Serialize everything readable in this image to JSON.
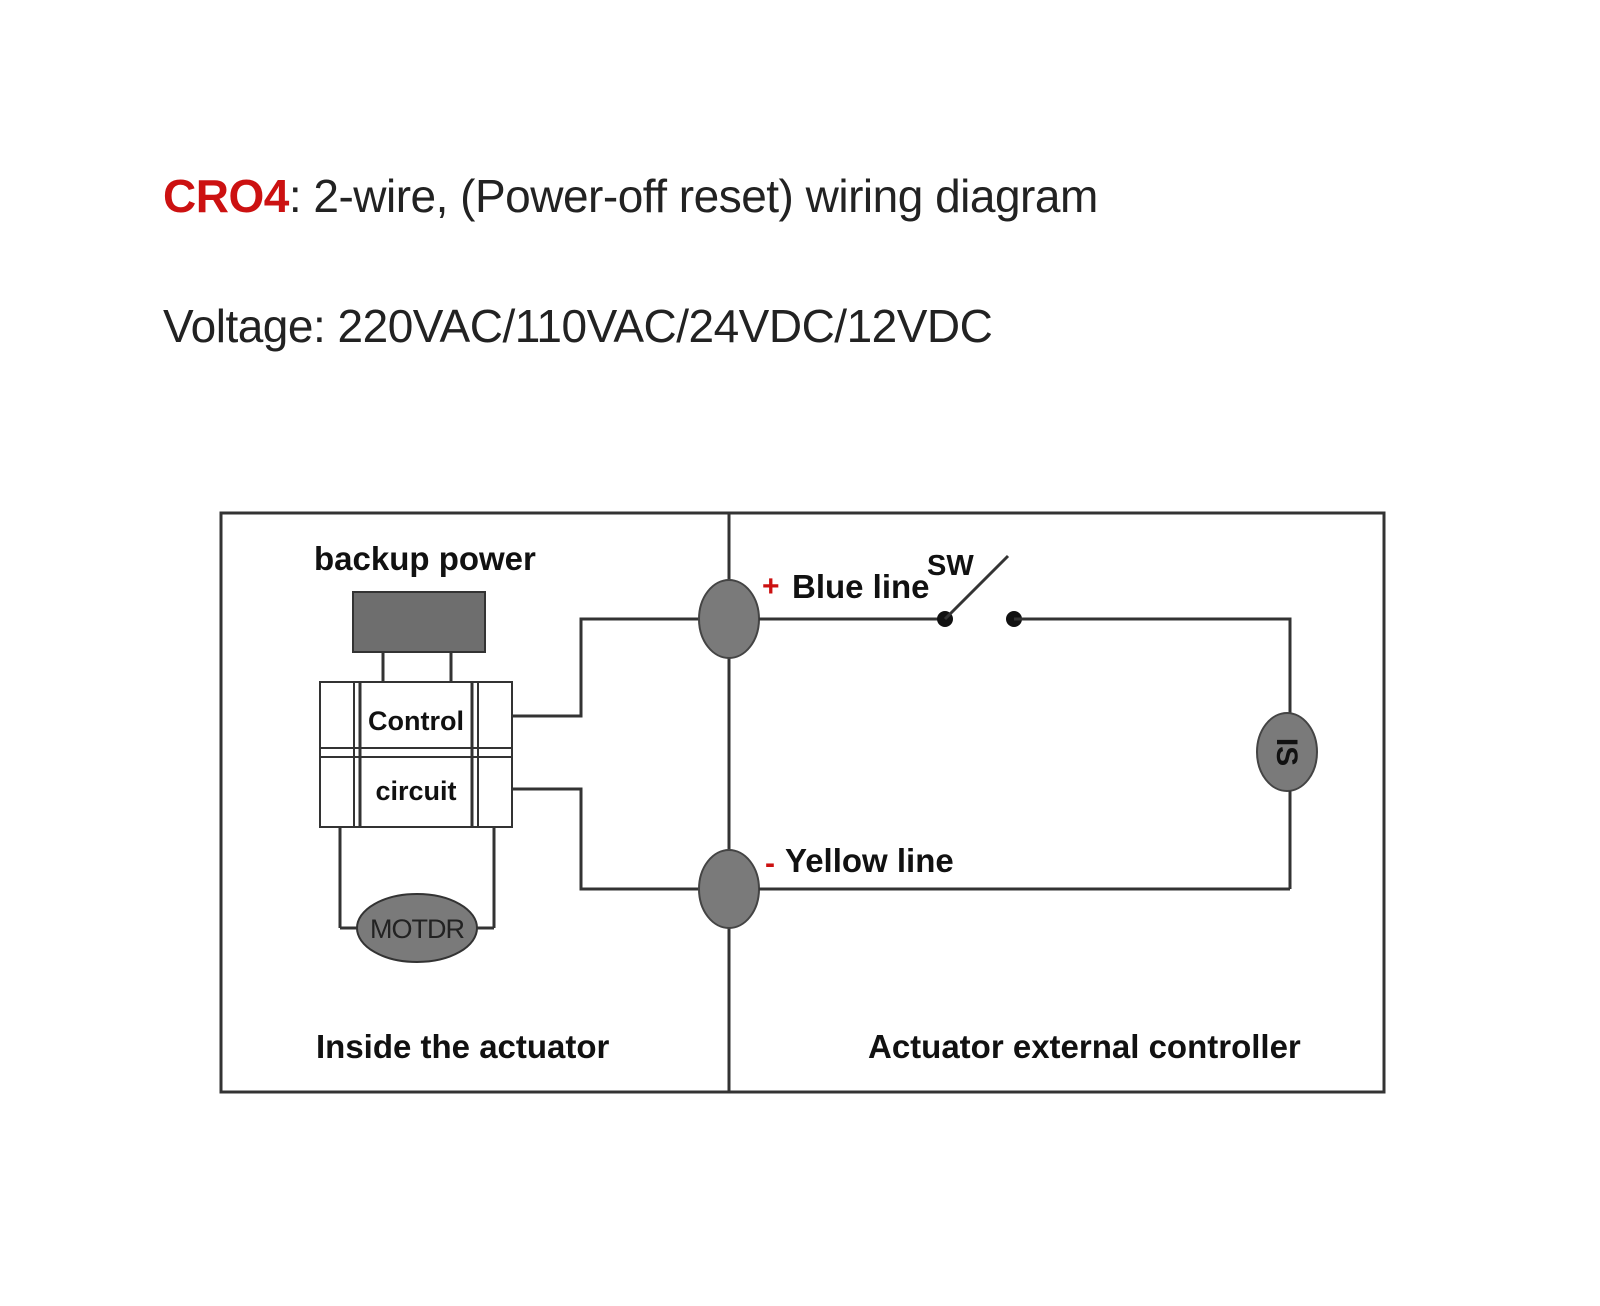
{
  "header": {
    "code": "CRO4",
    "title_rest": ": 2-wire, (Power-off reset) wiring diagram",
    "voltage": "Voltage: 220VAC/110VAC/24VDC/12VDC"
  },
  "diagram": {
    "backup_power": "backup power",
    "control": "Control",
    "circuit": "circuit",
    "motor": "MOTDR",
    "blue_sign": "+",
    "blue_line": "Blue line",
    "sw": "SW",
    "yellow_sign": "-",
    "yellow_line": "Yellow line",
    "load": "IS",
    "inside": "Inside the actuator",
    "external": "Actuator external controller"
  },
  "colors": {
    "accent": "#cc1111",
    "terminal": "#7a7a7a",
    "backup_block": "#6e6e6e",
    "line": "#333333"
  }
}
